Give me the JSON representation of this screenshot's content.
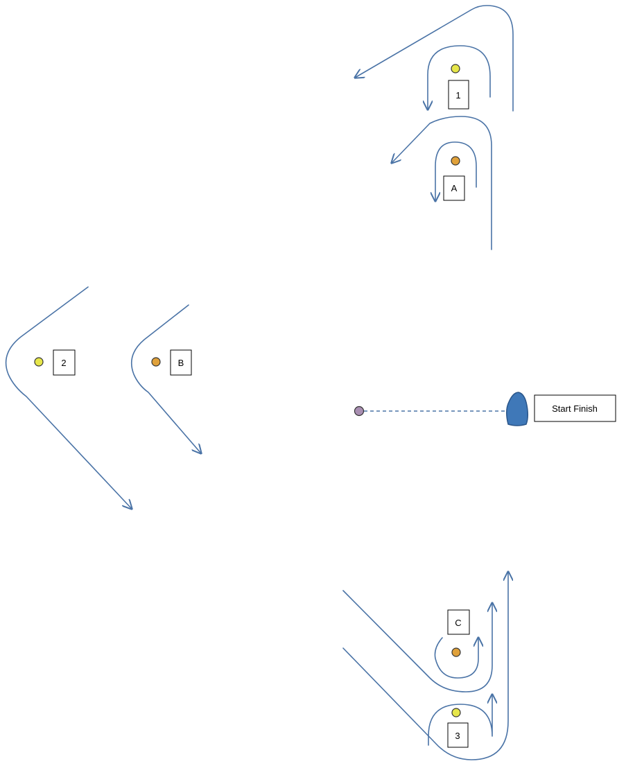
{
  "colors": {
    "path": "#4a73a6",
    "mark_yellow": "#e6e64a",
    "mark_orange": "#e0a13a",
    "pin_purple": "#a98fb2",
    "committee_boat": "#3f78b8"
  },
  "marks": {
    "mark_1": "1",
    "mark_a": "A",
    "mark_2": "2",
    "mark_b": "B",
    "mark_c": "C",
    "mark_3": "3"
  },
  "start_finish": {
    "label": "Start Finish"
  }
}
